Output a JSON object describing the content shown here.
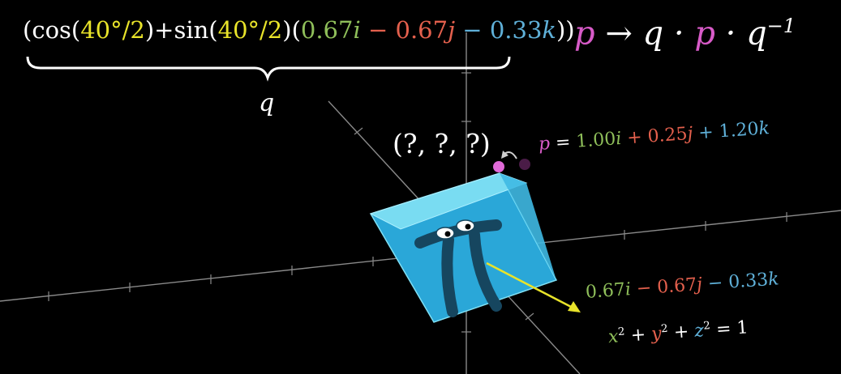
{
  "colors": {
    "background": "#000000",
    "yellow": "#e8e32a",
    "green": "#8fbf5a",
    "red": "#e4604d",
    "blue": "#5fb0d8",
    "pink": "#d85bc8",
    "cube_face": "#2aa7d8",
    "cube_top": "#79dcf2"
  },
  "quaternion_formula": {
    "open_paren": "(",
    "cos": "cos(",
    "angle1": "40°/2",
    "mid": ")+sin(",
    "angle2": "40°/2",
    "after_sin": ")(",
    "i_coeff": "0.67",
    "i_sym": "i",
    "minus1": " − ",
    "j_coeff": "0.67",
    "j_sym": "j",
    "minus2": " − ",
    "k_coeff": "0.33",
    "k_sym": "k",
    "close": "))",
    "brace_label": "q"
  },
  "rotation_formula": {
    "p1": "p",
    "arrow": " → q · ",
    "p2": "p",
    "tail": " · q",
    "exp": "−1"
  },
  "unknown_point_label": "(?, ?, ?)",
  "point_equation": {
    "p": "p",
    "eq": " = ",
    "i_coeff": "1.00",
    "i_sym": "i",
    "plus1": " + ",
    "j_coeff": "0.25",
    "j_sym": "j",
    "plus2": " + ",
    "k_coeff": "1.20",
    "k_sym": "k"
  },
  "axis_equation": {
    "i_coeff": "0.67",
    "i_sym": "i",
    "minus1": " − ",
    "j_coeff": "0.67",
    "j_sym": "j",
    "minus2": " − ",
    "k_coeff": "0.33",
    "k_sym": "k"
  },
  "unit_sphere_equation": {
    "x": "x",
    "xexp": "2",
    "plus1": " + ",
    "y": "y",
    "yexp": "2",
    "plus2": " + ",
    "z": "z",
    "zexp": "2",
    "tail": " = 1"
  },
  "icons": [
    "curved-arrow-icon",
    "pi-creature-icon"
  ]
}
